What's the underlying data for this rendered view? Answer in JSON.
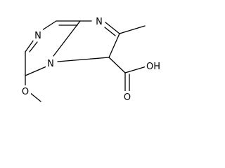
{
  "molecule": {
    "atoms": {
      "n_top": "N",
      "n_ring": "N",
      "n_bridge": "N",
      "o_methoxy": "O",
      "o_carbonyl": "O",
      "oh": "OH"
    }
  },
  "colors": {
    "bond": "#000000",
    "text": "#000000",
    "background": "#ffffff"
  }
}
